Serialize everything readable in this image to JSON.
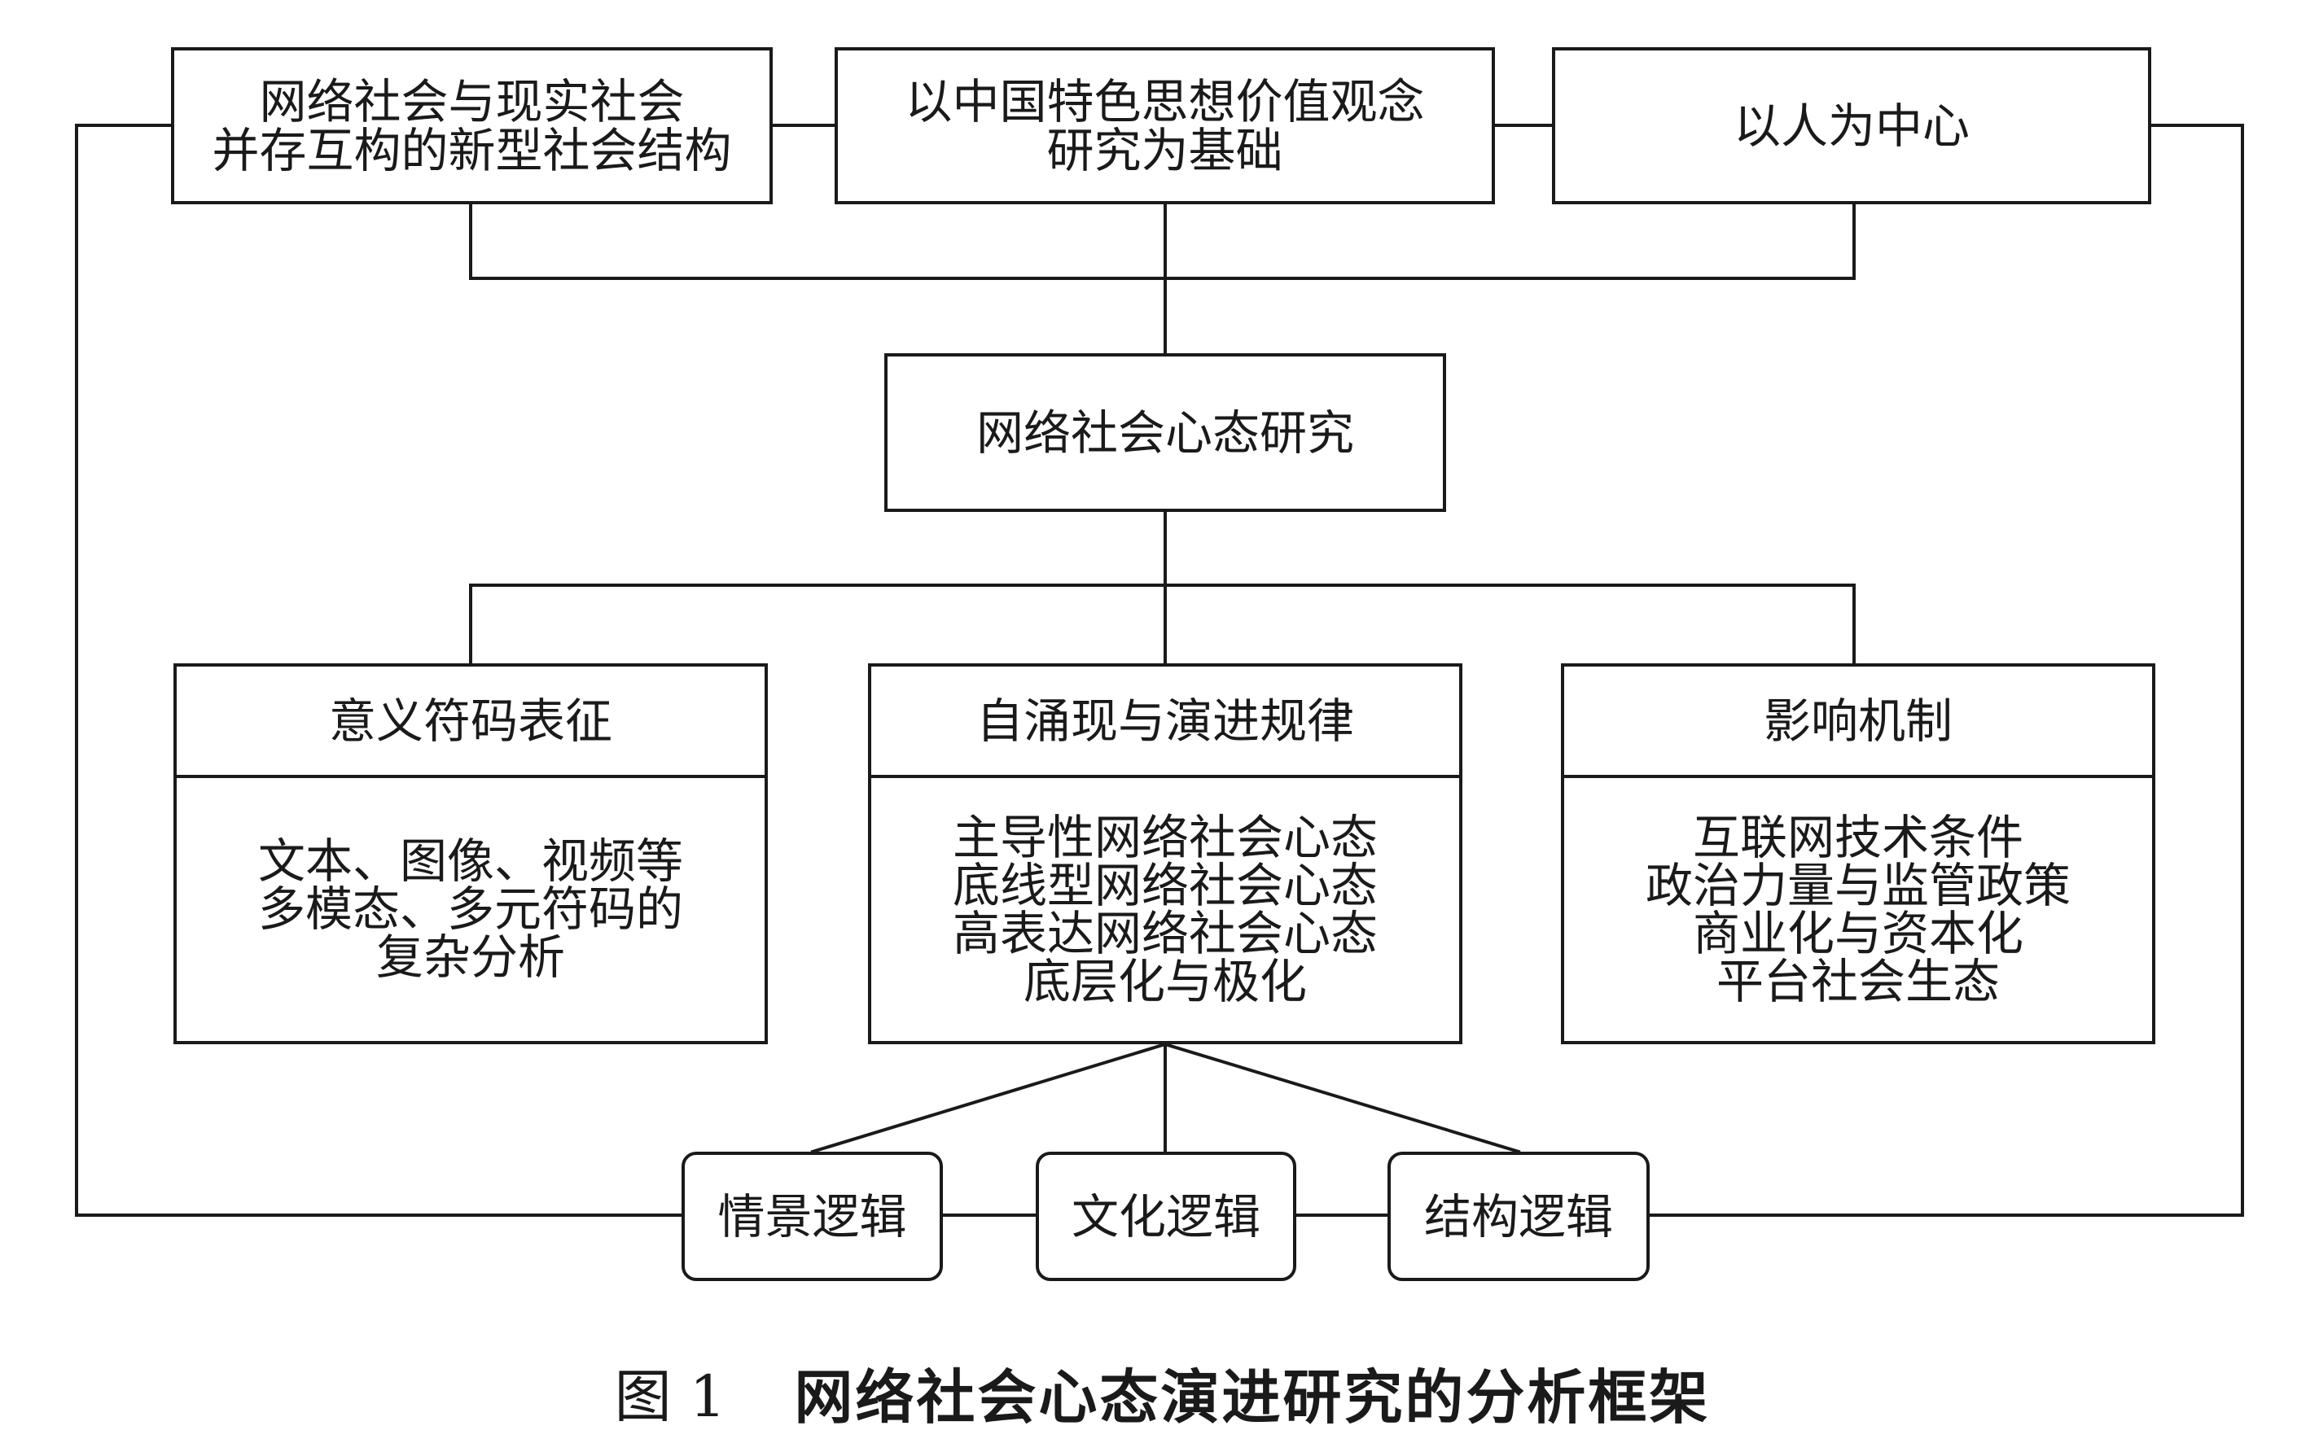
{
  "colors": {
    "ink": "#1a1a1a",
    "paper": "#ffffff"
  },
  "top_row": [
    {
      "lines": [
        "网络社会与现实社会",
        "并存互构的新型社会结构"
      ]
    },
    {
      "lines": [
        "以中国特色思想价值观念",
        "研究为基础"
      ]
    },
    {
      "lines": [
        "以人为中心"
      ]
    }
  ],
  "center": {
    "label": "网络社会心态研究"
  },
  "panels": [
    {
      "header": "意义符码表征",
      "lines": [
        "文本、图像、视频等",
        "多模态、多元符码的",
        "复杂分析"
      ]
    },
    {
      "header": "自涌现与演进规律",
      "lines": [
        "主导性网络社会心态",
        "底线型网络社会心态",
        "高表达网络社会心态",
        "底层化与极化"
      ]
    },
    {
      "header": "影响机制",
      "lines": [
        "互联网技术条件",
        "政治力量与监管政策",
        "商业化与资本化",
        "平台社会生态"
      ]
    }
  ],
  "logics": [
    {
      "label": "情景逻辑"
    },
    {
      "label": "文化逻辑"
    },
    {
      "label": "结构逻辑"
    }
  ],
  "caption": {
    "figure_number": "图 1",
    "title": "网络社会心态演进研究的分析框架"
  }
}
